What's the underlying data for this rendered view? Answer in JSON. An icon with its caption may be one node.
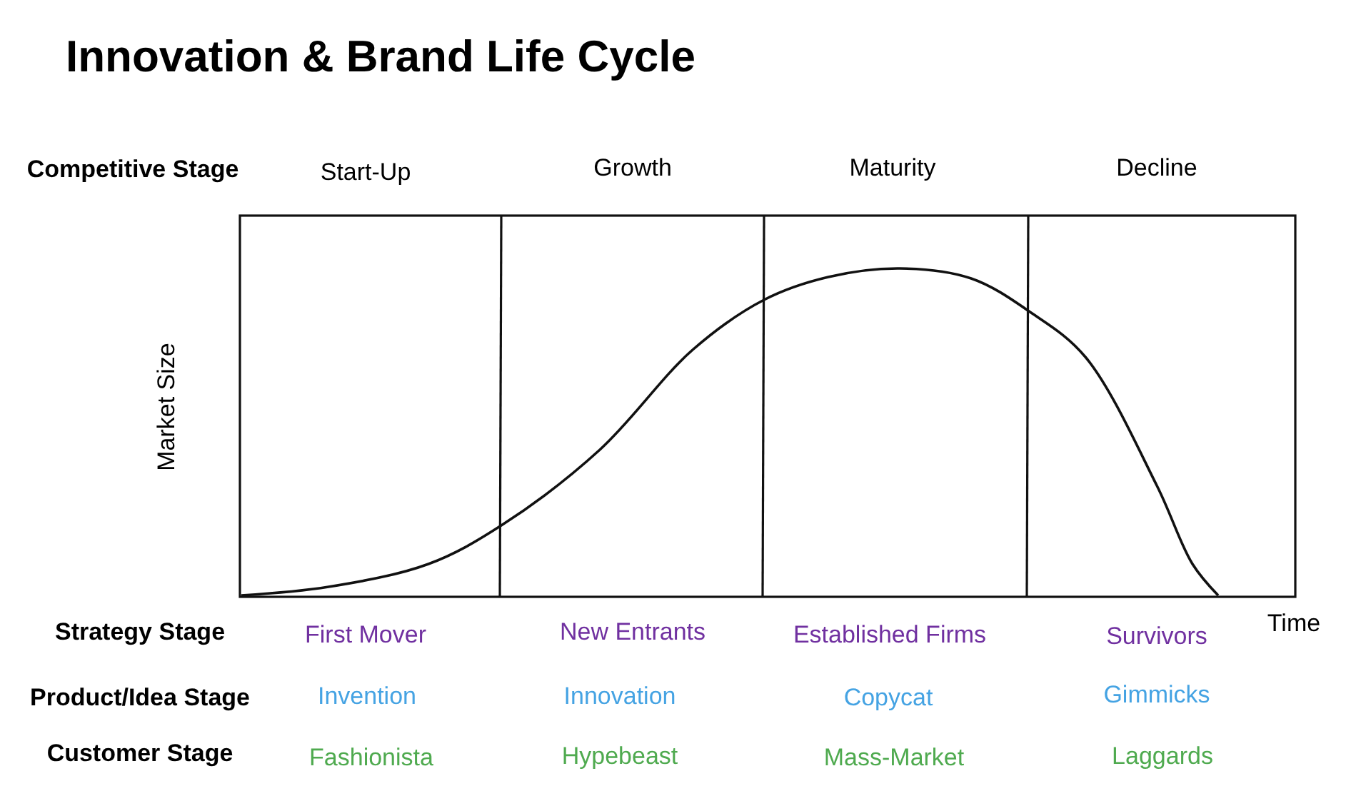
{
  "diagram": {
    "title": "Innovation & Brand Life Cycle",
    "labels": [
      "Competitive Stage",
      "Start-Up",
      "Growth",
      "Maturity",
      "Decline",
      "Market Size",
      "Strategy Stage",
      "First Mover",
      "New Entrants",
      "Established Firms",
      "Survivors",
      "Time",
      "Product/Idea Stage",
      "Invention",
      "Innovation",
      "Copycat",
      "Gimmicks",
      "Customer Stage",
      "Fashionista",
      "Hypebeast",
      "Mass-Market",
      "Laggards"
    ]
  }
}
